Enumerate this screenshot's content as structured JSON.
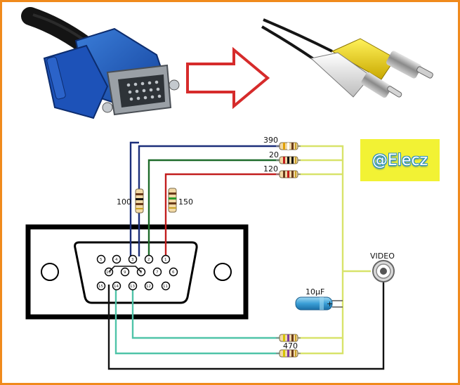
{
  "header": {
    "source_cable": "vga-cable",
    "target_cable": "rca-cable",
    "arrow_color": "#d62b2b"
  },
  "resistors": {
    "r390": "390",
    "r20": "20",
    "r120": "120",
    "r100": "100",
    "r150": "150",
    "r470": "470"
  },
  "capacitor": {
    "value": "10µF",
    "polarity": "+"
  },
  "output": {
    "video_label": "VIDEO"
  },
  "connector": {
    "pins_top": [
      "5",
      "4",
      "3",
      "2",
      "1"
    ],
    "pins_middle": [
      "10",
      "9",
      "8",
      "7",
      "6"
    ],
    "pins_bottom": [
      "15",
      "14",
      "13",
      "12",
      "11"
    ]
  },
  "watermark": {
    "text": "@Elecz"
  },
  "colors": {
    "wire_blue": "#1c2f7a",
    "wire_green": "#1e6b2a",
    "wire_red": "#c21d1d",
    "wire_yellow": "#d8e36a",
    "wire_cyan": "#4fc4a8",
    "wire_black": "#111111",
    "border": "#f08a1c"
  }
}
